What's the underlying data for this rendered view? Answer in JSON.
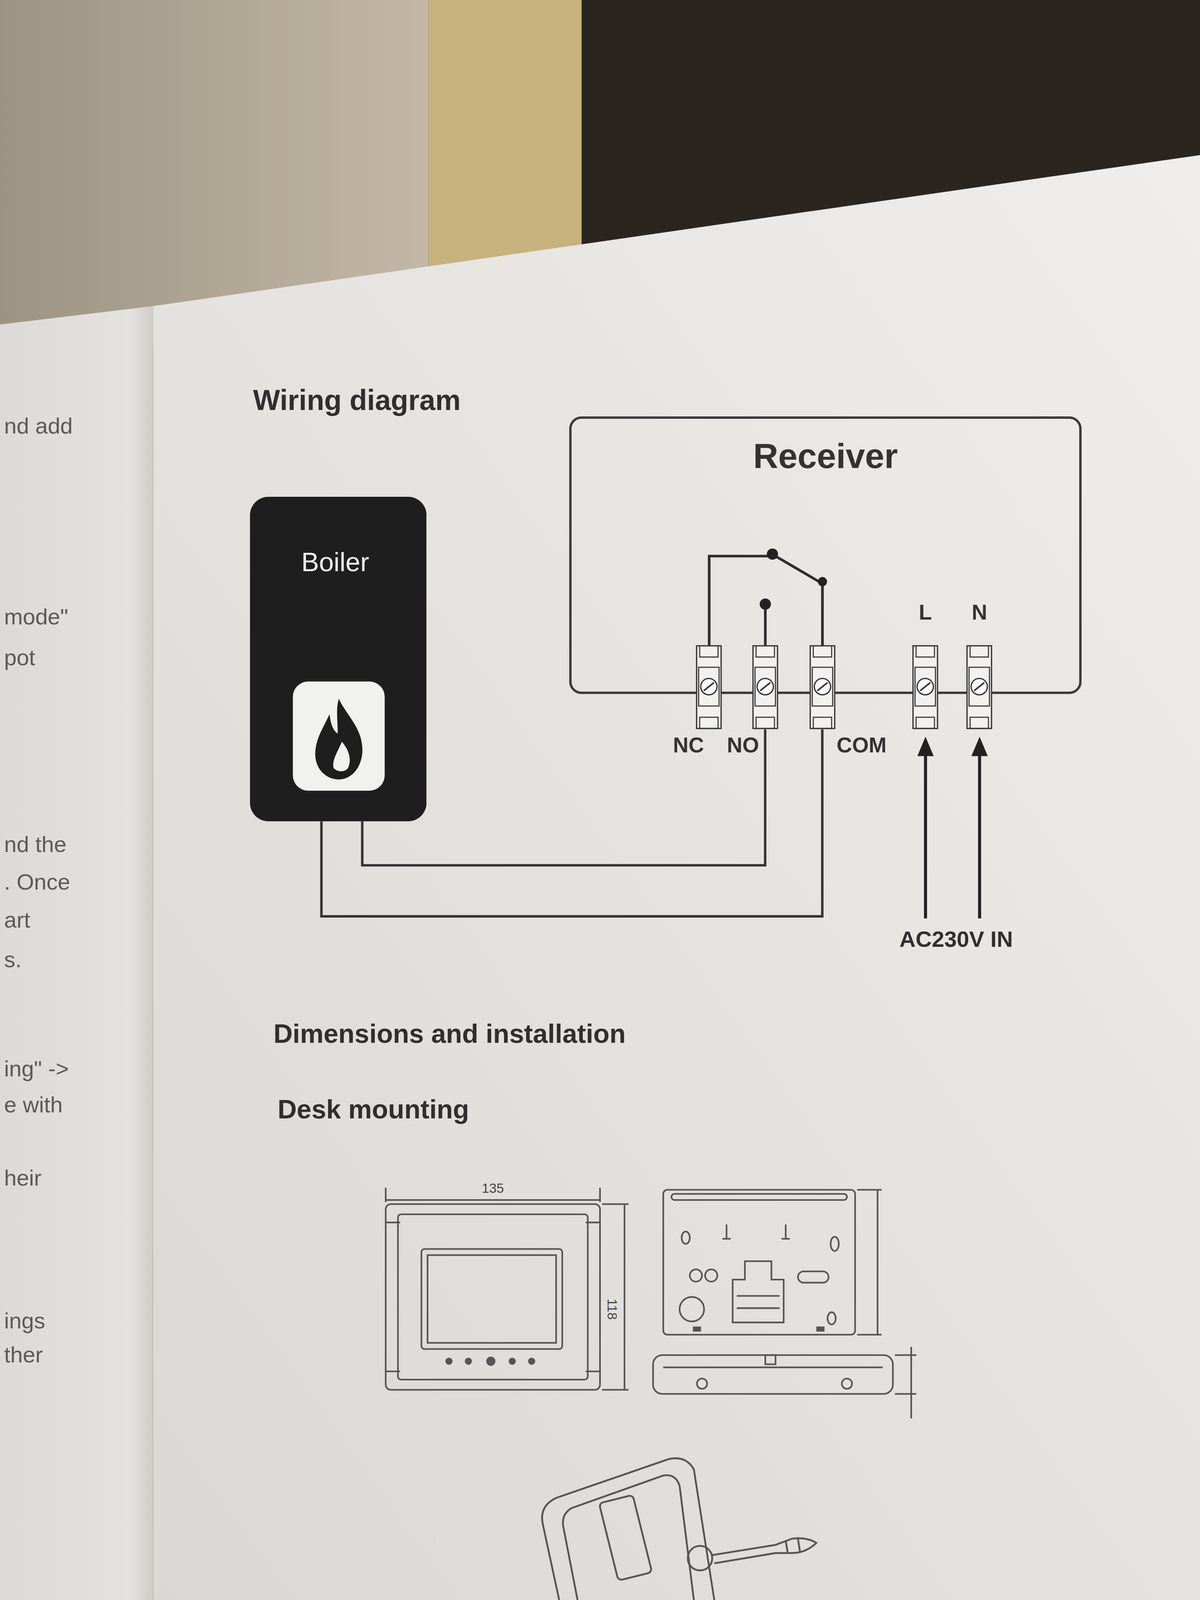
{
  "diagram": {
    "title": "Wiring diagram",
    "nodes": [
      {
        "text": [
          "Boiler"
        ]
      },
      {
        "text": [
          "Receiver"
        ]
      },
      {
        "text": [
          "NC"
        ],
        "in": 1
      },
      {
        "text": [
          "NO"
        ],
        "in": 1
      },
      {
        "text": [
          "COM"
        ],
        "in": 1
      },
      {
        "text": [
          "L"
        ],
        "in": 1
      },
      {
        "text": [
          "N"
        ],
        "in": 1
      }
    ],
    "edges": [
      {
        "from": 0,
        "to": 3,
        "arrow": "none"
      },
      {
        "from": 0,
        "to": 4,
        "arrow": "none"
      }
    ],
    "labels": [
      "nd add",
      "mode\"",
      "pot",
      "nd the",
      ". Once",
      "art",
      "s.",
      "ing\" ->",
      "e with",
      "heir",
      "ings",
      "ther",
      "AC230V IN",
      "Dimensions and installation",
      "Desk mounting",
      "135",
      "118"
    ]
  }
}
